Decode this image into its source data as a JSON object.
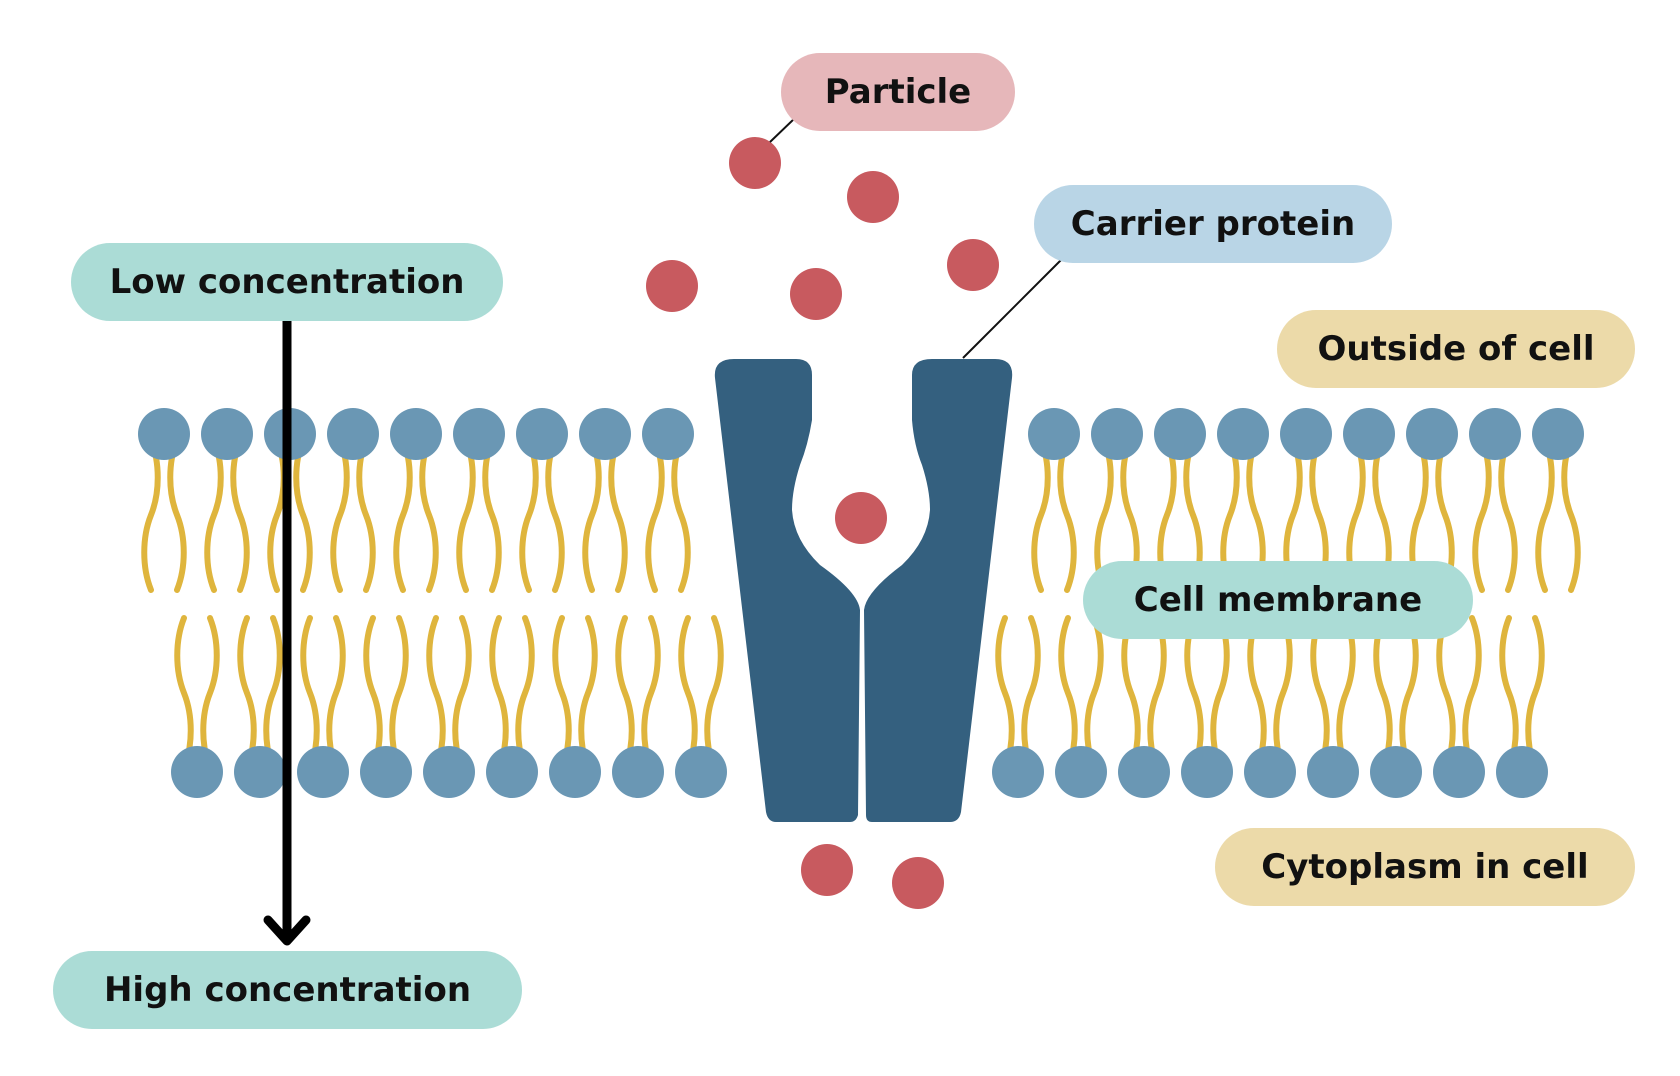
{
  "labels": {
    "particle": "Particle",
    "carrier_protein": "Carrier protein",
    "low_concentration": "Low concentration",
    "high_concentration": "High concentration",
    "outside_of_cell": "Outside of cell",
    "cell_membrane": "Cell membrane",
    "cytoplasm_in_cell": "Cytoplasm in cell"
  },
  "colors": {
    "particle": "#c85a5f",
    "protein": "#34607f",
    "phospholipid_head": "#6a97b4",
    "lipid_tail": "#dfb53d",
    "arrow": "#000000",
    "label_pink": "#e6b7ba",
    "label_blue": "#b9d5e6",
    "label_teal": "#abdcd6",
    "label_beige": "#ecdaa9"
  }
}
